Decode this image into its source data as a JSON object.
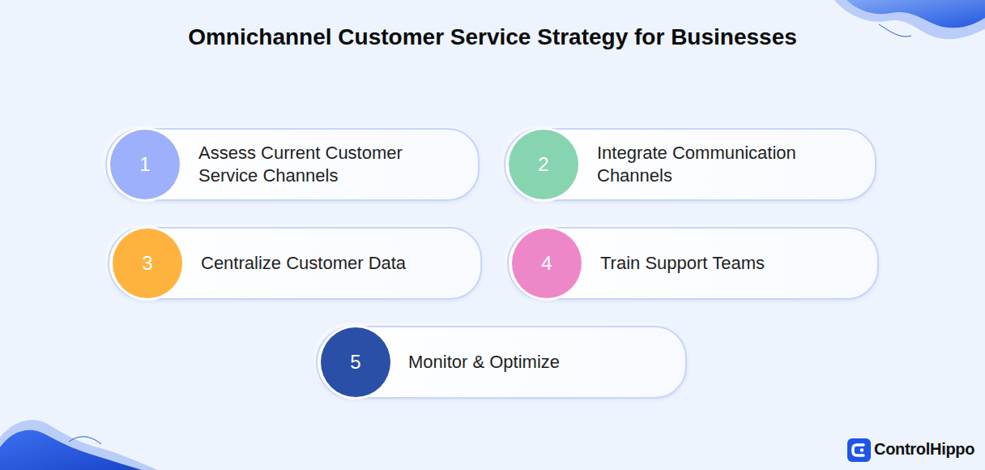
{
  "diagram": {
    "title": "Omnichannel Customer Service Strategy for Businesses",
    "nodes": [
      {
        "text": [
          "Assess Current Customer Service Channels"
        ]
      },
      {
        "text": [
          "1"
        ],
        "in": 0
      },
      {
        "text": [
          "Integrate Communication Channels"
        ]
      },
      {
        "text": [
          "2"
        ],
        "in": 2
      },
      {
        "text": [
          "Centralize Customer Data"
        ]
      },
      {
        "text": [
          "3"
        ],
        "in": 4
      },
      {
        "text": [
          "Train Support Teams"
        ]
      },
      {
        "text": [
          "4"
        ],
        "in": 6
      },
      {
        "text": [
          "Monitor & Optimize"
        ]
      },
      {
        "text": [
          "5"
        ],
        "in": 8
      }
    ],
    "labels": [
      "ControlHippo"
    ]
  }
}
